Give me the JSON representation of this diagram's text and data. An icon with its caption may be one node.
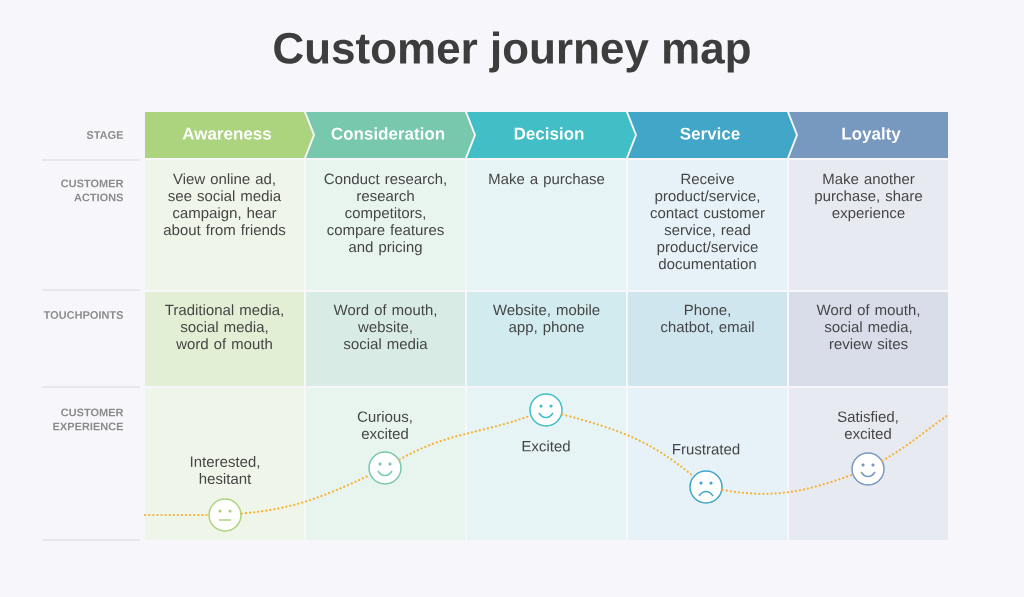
{
  "diagram": {
    "title": "Customer journey map",
    "nodes": [
      {
        "text": [
          "Awareness"
        ]
      },
      {
        "text": [
          "Consideration"
        ]
      },
      {
        "text": [
          "Decision"
        ]
      },
      {
        "text": [
          "Service"
        ]
      },
      {
        "text": [
          "Loyalty"
        ]
      },
      {
        "text": [],
        "shape": "circle",
        "beside": [
          "Interested, hesitant"
        ]
      },
      {
        "text": [],
        "shape": "circle",
        "beside": [
          "Curious, excited"
        ]
      },
      {
        "text": [],
        "shape": "circle",
        "beside": [
          "Excited"
        ]
      },
      {
        "text": [],
        "shape": "circle",
        "beside": [
          "Frustrated"
        ]
      },
      {
        "text": [],
        "shape": "circle",
        "beside": [
          "Satisfied, excited"
        ]
      }
    ],
    "edges": [
      {
        "from": null,
        "to": 5,
        "arrow": "none",
        "style": "dashed"
      },
      {
        "from": 5,
        "to": 6,
        "arrow": "none",
        "style": "dashed"
      },
      {
        "from": 6,
        "to": 7,
        "arrow": "none",
        "style": "dashed"
      },
      {
        "from": 7,
        "to": 8,
        "arrow": "none",
        "style": "dashed"
      },
      {
        "from": 8,
        "to": 9,
        "arrow": "none",
        "style": "dashed"
      },
      {
        "from": 9,
        "to": null,
        "arrow": "none",
        "style": "dashed"
      }
    ],
    "labels": [
      "STAGE",
      "CUSTOMER ACTIONS",
      "View online ad, see social media campaign, hear about from friends",
      "Conduct research, research competitors, compare features and pricing",
      "Make a purchase",
      "Receive product/service, contact customer service, read product/service documentation",
      "Make another purchase, share experience",
      "TOUCHPOINTS",
      "Traditional media, social media, word of mouth",
      "Word of mouth, website, social media",
      "Website, mobile app, phone",
      "Phone, chatbot, email",
      "Word of mouth, social media, review sites",
      "CUSTOMER EXPERIENCE"
    ]
  }
}
